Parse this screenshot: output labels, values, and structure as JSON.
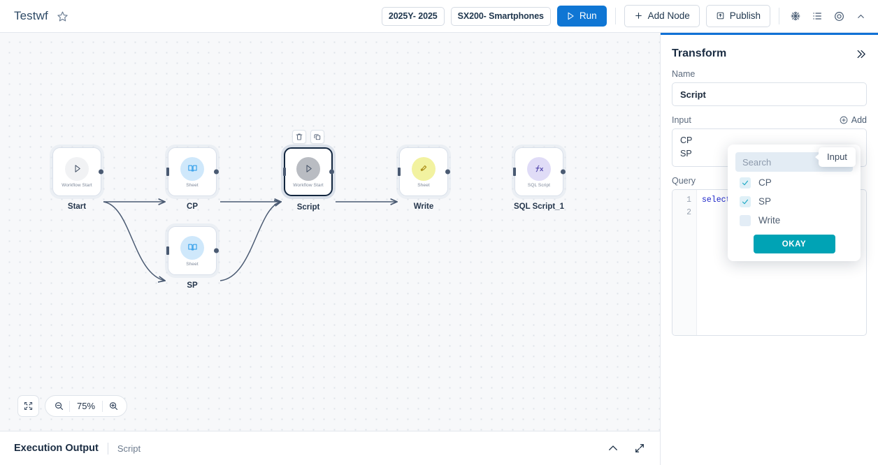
{
  "topbar": {
    "workflow_title": "Testwf",
    "star_icon": "star-outline-icon",
    "chips": [
      {
        "label": "2025Y- 2025",
        "name": "chip-period"
      },
      {
        "label": "SX200- Smartphones",
        "name": "chip-scenario"
      }
    ],
    "run_label": "Run",
    "run_icon": "play-triangle-icon",
    "add_node_label": "Add Node",
    "add_node_icon": "plus-icon",
    "publish_label": "Publish",
    "publish_icon": "publish-box-icon",
    "icons": [
      "snowflake-icon",
      "list-icon",
      "eye-target-icon",
      "chevron-up-icon"
    ],
    "accent_blue": "#0f76d4"
  },
  "canvas": {
    "nodes": [
      {
        "label": "Start",
        "sub": "Workflow Start",
        "icon": "play-triangle-icon",
        "bubble": "grey",
        "selected": false
      },
      {
        "label": "CP",
        "sub": "Sheet",
        "icon": "book-icon",
        "bubble": "blue",
        "selected": false
      },
      {
        "label": "SP",
        "sub": "Sheet",
        "icon": "book-icon",
        "bubble": "blue",
        "selected": false
      },
      {
        "label": "Script",
        "sub": "Workflow Start",
        "icon": "play-triangle-icon",
        "bubble": "greyd",
        "selected": true
      },
      {
        "label": "Write",
        "sub": "Sheet",
        "icon": "pen-signature-icon",
        "bubble": "yellow",
        "selected": false
      },
      {
        "label": "SQL Script_1",
        "sub": "SQL Script",
        "icon": "fx-icon",
        "bubble": "purple",
        "selected": false
      }
    ],
    "node_tools": [
      "trash-icon",
      "copy-icon"
    ],
    "zoom": {
      "fit_icon": "fit-screen-icon",
      "zoom_out_icon": "zoom-out-icon",
      "zoom_in_icon": "zoom-in-icon",
      "level": "75%"
    }
  },
  "panel": {
    "title": "Transform",
    "collapse_icon": "chevron-double-right-icon",
    "name_label": "Name",
    "name_value": "Script",
    "input_label": "Input",
    "add_label": "Add",
    "add_icon": "plus-circle-icon",
    "input_values": [
      "CP",
      "SP"
    ],
    "query_label": "Query",
    "query_gutter": [
      "1",
      "2"
    ],
    "query_lines": [
      "select",
      ""
    ],
    "dropdown": {
      "search_placeholder": "Search",
      "options": [
        {
          "label": "CP",
          "checked": true
        },
        {
          "label": "SP",
          "checked": true
        },
        {
          "label": "Write",
          "checked": false
        }
      ],
      "okay_label": "OKAY",
      "okay_color": "#00a3b5",
      "check_icon": "check-icon"
    },
    "tooltip": "Input"
  },
  "bottombar": {
    "title": "Execution Output",
    "subtitle": "Script",
    "collapse_icon": "chevron-up-icon",
    "expand_icon": "expand-diagonal-icon"
  }
}
